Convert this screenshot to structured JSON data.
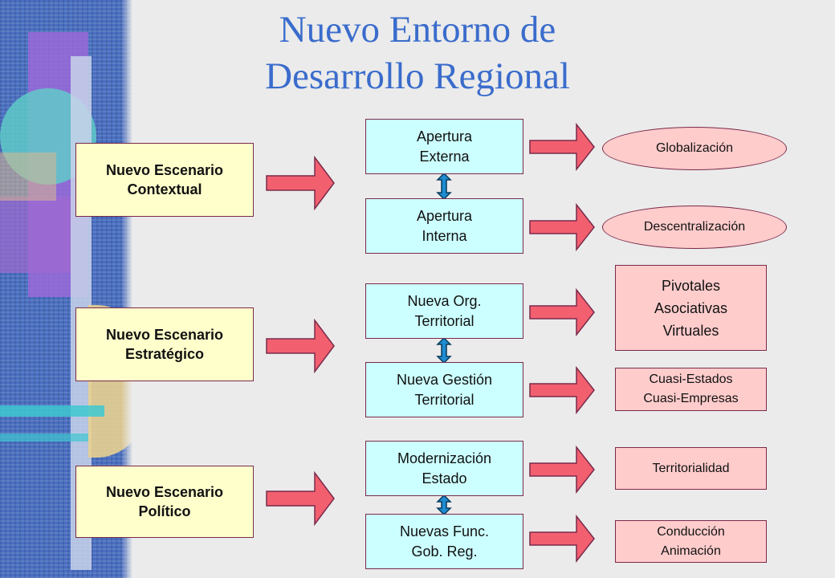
{
  "title": {
    "line1": "Nuevo Entorno de",
    "line2": "Desarrollo Regional"
  },
  "scenarios": [
    {
      "label": "Nuevo Escenario\nContextual"
    },
    {
      "label": "Nuevo Escenario\nEstratégico"
    },
    {
      "label": "Nuevo Escenario\nPolítico"
    }
  ],
  "middle": [
    {
      "label": "Apertura\nExterna"
    },
    {
      "label": "Apertura\nInterna"
    },
    {
      "label": "Nueva Org.\nTerritorial"
    },
    {
      "label": "Nueva Gestión\nTerritorial"
    },
    {
      "label": "Modernización\nEstado"
    },
    {
      "label": "Nuevas Func.\nGob. Reg."
    }
  ],
  "results": [
    {
      "label": "Globalización"
    },
    {
      "label": "Descentralización"
    },
    {
      "label": "Pivotales\nAsociativas\nVirtuales"
    },
    {
      "label": "Cuasi-Estados\nCuasi-Empresas"
    },
    {
      "label": "Territorialidad"
    },
    {
      "label": "Conducción\nAnimación"
    }
  ],
  "colors": {
    "title": "#3a6ccc",
    "scenario_fill": "#ffffcc",
    "middle_fill": "#ccffff",
    "result_fill": "#ffcccc",
    "arrow_fill": "#f26070",
    "connector_fill": "#1e8cd2",
    "border": "#7a2a4a"
  }
}
